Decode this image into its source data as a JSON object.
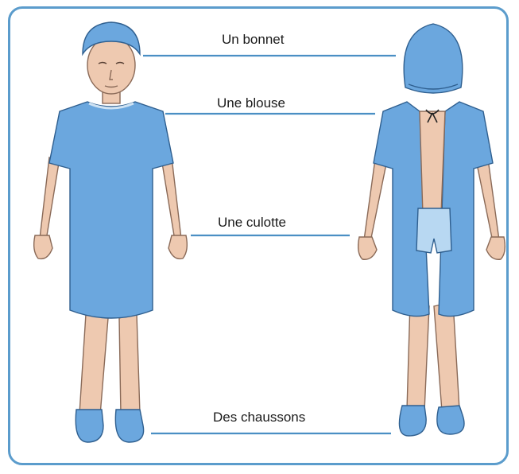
{
  "labels": {
    "bonnet": "Un bonnet",
    "blouse": "Une blouse",
    "culotte": "Une culotte",
    "chaussons": "Des chaussons"
  },
  "colors": {
    "frame": "#5b9ccc",
    "gown": "#6ba7de",
    "gown_dark": "#3f7fbf",
    "skin": "#eec9b0",
    "skin_line": "#8a6a58",
    "leader": "#4a8fc4"
  }
}
